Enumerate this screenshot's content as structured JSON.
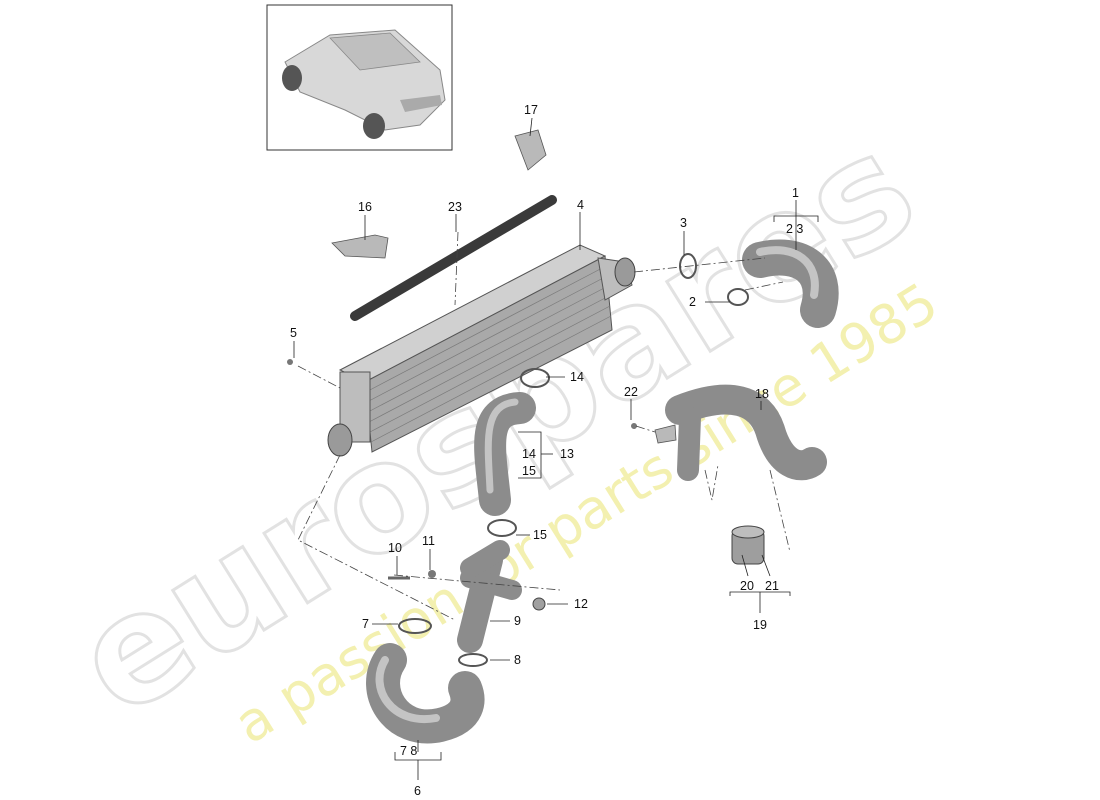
{
  "watermark": {
    "brand": "eurospares",
    "tagline": "a passion for parts since 1985"
  },
  "callouts": [
    {
      "id": "1",
      "text": "1"
    },
    {
      "id": "1-sub",
      "text": "2 3"
    },
    {
      "id": "2",
      "text": "2"
    },
    {
      "id": "3",
      "text": "3"
    },
    {
      "id": "4",
      "text": "4"
    },
    {
      "id": "5",
      "text": "5"
    },
    {
      "id": "6",
      "text": "6"
    },
    {
      "id": "6-sub",
      "text": "7 8"
    },
    {
      "id": "7",
      "text": "7"
    },
    {
      "id": "8",
      "text": "8"
    },
    {
      "id": "9",
      "text": "9"
    },
    {
      "id": "10",
      "text": "10"
    },
    {
      "id": "11",
      "text": "11"
    },
    {
      "id": "12",
      "text": "12"
    },
    {
      "id": "13",
      "text": "13"
    },
    {
      "id": "13-sub-a",
      "text": "14"
    },
    {
      "id": "13-sub-b",
      "text": "15"
    },
    {
      "id": "14",
      "text": "14"
    },
    {
      "id": "15",
      "text": "15"
    },
    {
      "id": "16",
      "text": "16"
    },
    {
      "id": "17",
      "text": "17"
    },
    {
      "id": "18",
      "text": "18"
    },
    {
      "id": "19",
      "text": "19"
    },
    {
      "id": "20",
      "text": "20"
    },
    {
      "id": "21",
      "text": "21"
    },
    {
      "id": "22",
      "text": "22"
    },
    {
      "id": "23",
      "text": "23"
    }
  ],
  "icons": {
    "vehicle_thumbnail": "suv-car-icon",
    "intercooler": "intercooler-icon"
  }
}
